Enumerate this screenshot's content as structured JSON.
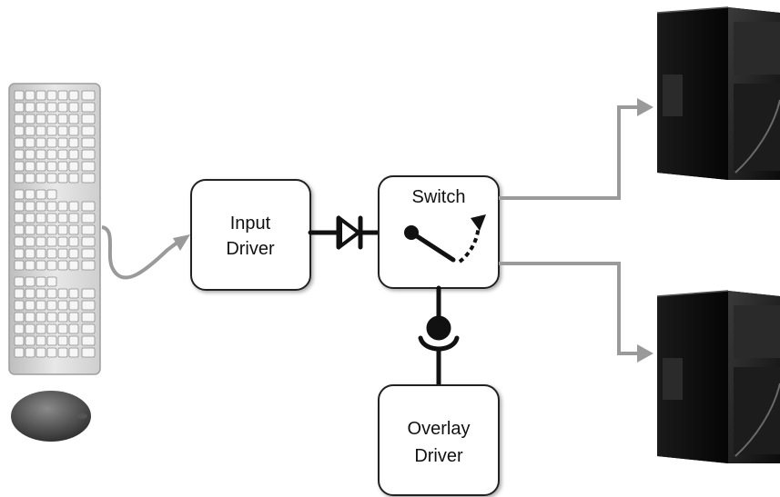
{
  "diagram": {
    "nodes": {
      "input_driver": {
        "line1": "Input",
        "line2": "Driver"
      },
      "switch": {
        "label": "Switch"
      },
      "overlay_driver": {
        "line1": "Overlay",
        "line2": "Driver"
      }
    },
    "devices": [
      "keyboard",
      "mouse",
      "computer-tower",
      "computer-tower"
    ],
    "colors": {
      "connector_gray": "#9a9a9a",
      "wire": "#111111",
      "box_border": "#222222"
    }
  }
}
